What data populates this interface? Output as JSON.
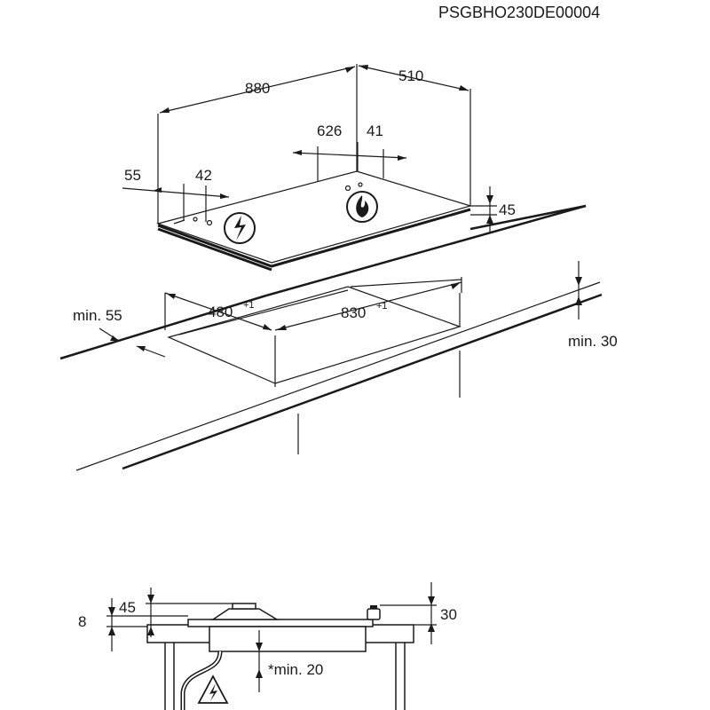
{
  "doc_code": "PSGBHO230DE00004",
  "top_view": {
    "width": "880",
    "depth": "510",
    "burner_offset": "626",
    "burner_depth": "41",
    "left_offset": "55",
    "left_depth": "42",
    "height": "45"
  },
  "cutout_view": {
    "cutout_depth": "480",
    "cutout_depth_tol": "+1",
    "cutout_width": "830",
    "cutout_width_tol": "+1",
    "min_front": "min. 55",
    "min_back": "min. 30"
  },
  "side_view": {
    "left_height": "8",
    "left_total": "45",
    "right_height": "30",
    "min_clearance": "*min. 20"
  },
  "icons": {
    "electric": "electric-warning-icon",
    "gas": "gas-flame-icon"
  }
}
